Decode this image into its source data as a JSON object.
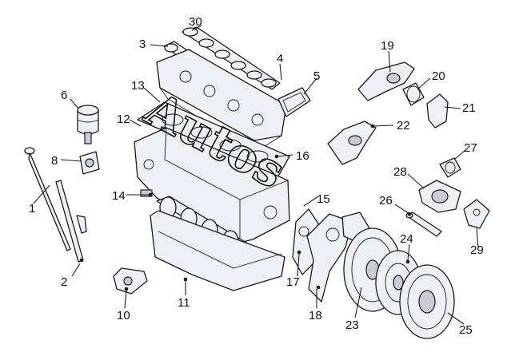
{
  "diagram": {
    "watermark": "Autos",
    "callouts": [
      "1",
      "2",
      "3",
      "4",
      "5",
      "6",
      "8",
      "10",
      "11",
      "12",
      "13",
      "14",
      "15",
      "16",
      "17",
      "18",
      "19",
      "20",
      "21",
      "22",
      "23",
      "24",
      "25",
      "26",
      "27",
      "28",
      "29",
      "30"
    ]
  }
}
